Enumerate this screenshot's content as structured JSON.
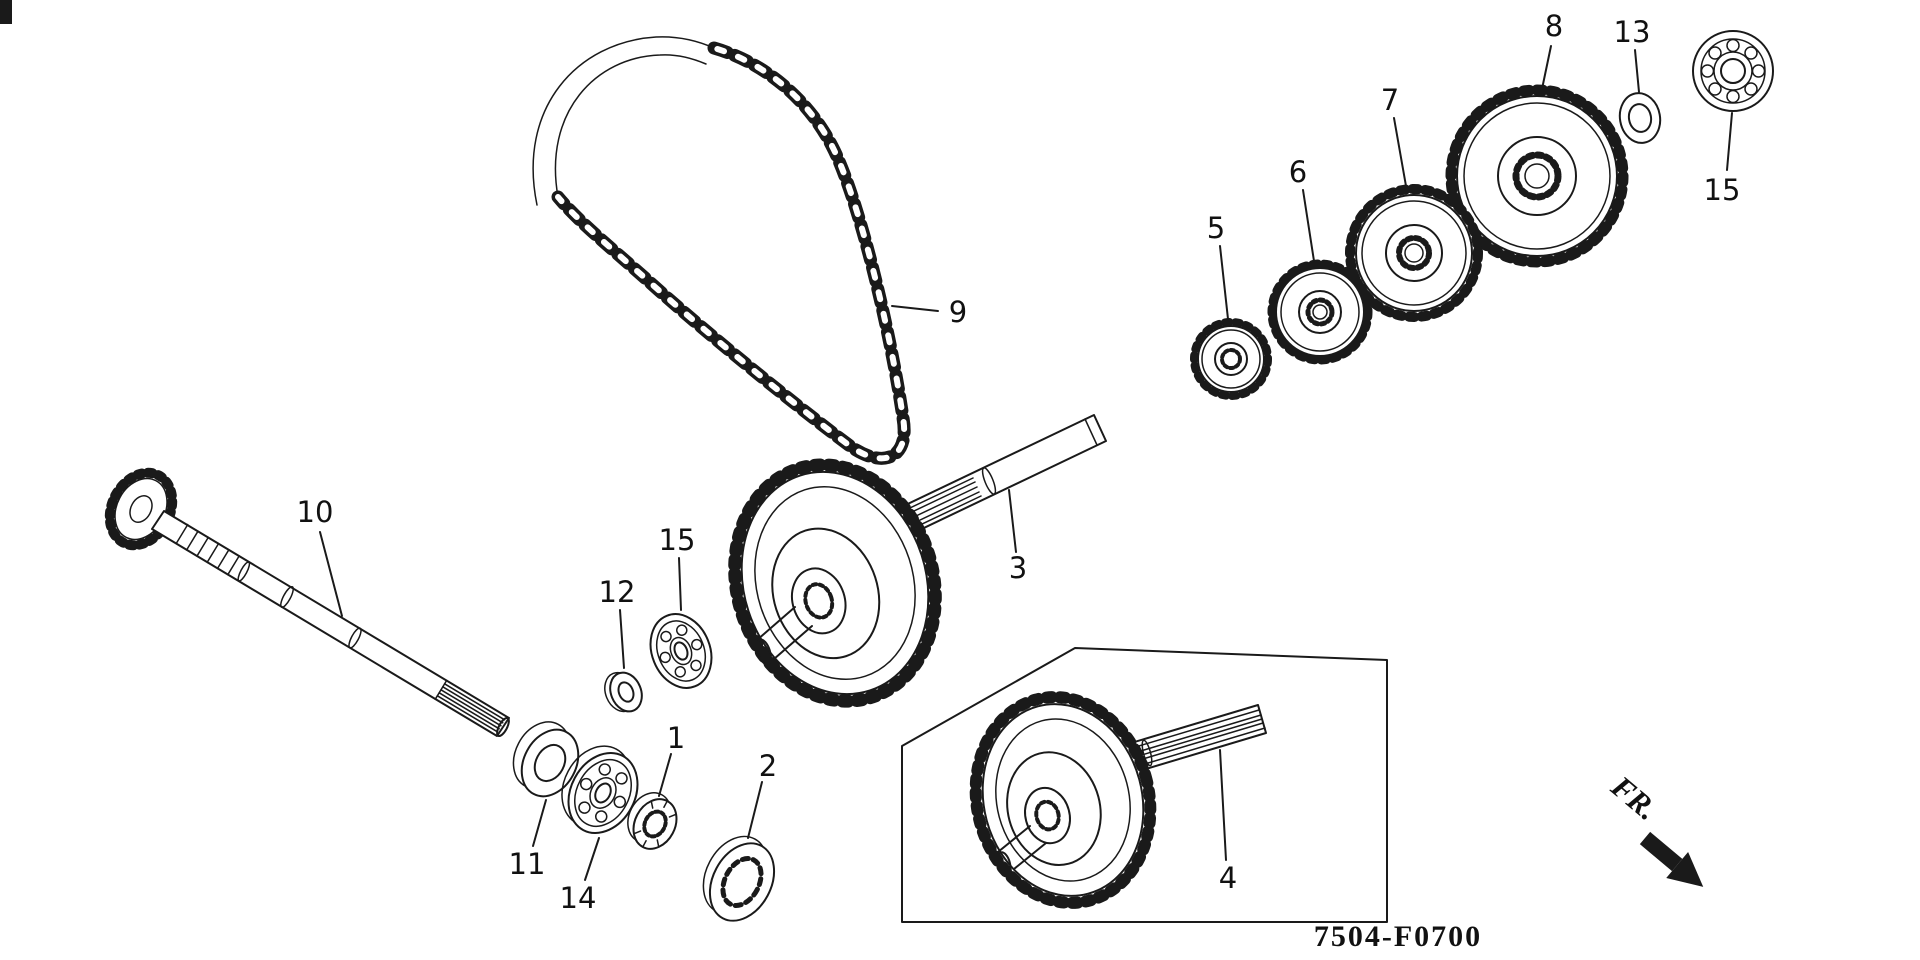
{
  "page": {
    "background_color": "#ffffff",
    "line_color": "#1a1a1a"
  },
  "callouts": {
    "p1": "1",
    "p2": "2",
    "p3": "3",
    "p4": "4",
    "p5": "5",
    "p6": "6",
    "p7": "7",
    "p8": "8",
    "p9": "9",
    "p10": "10",
    "p11": "11",
    "p12": "12",
    "p13": "13",
    "p14": "14",
    "p15_left": "15",
    "p15_right": "15"
  },
  "direction": {
    "label": "FR."
  },
  "footer": {
    "diagram_code": "7504-F0700"
  }
}
